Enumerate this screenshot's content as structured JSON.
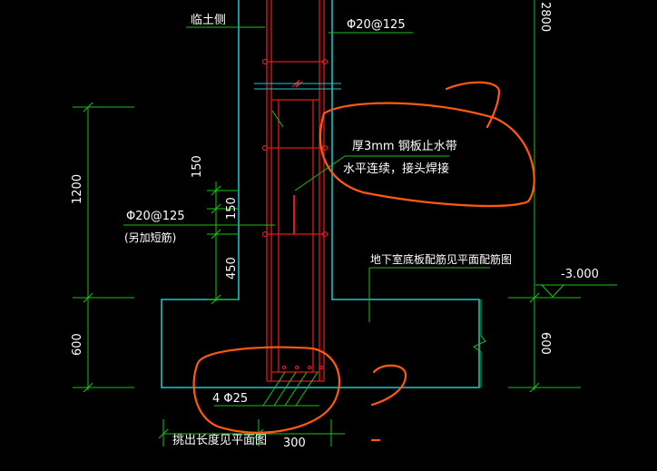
{
  "colors": {
    "background": "#000000",
    "wall": "#1fc8d0",
    "rebar": "#e0191e",
    "dimension": "#16c416",
    "leader": "#16c416",
    "markup": "#ff5a10",
    "text": "#ffffff"
  },
  "labels": {
    "top_label": "临土侧",
    "top_rebar": "Φ20@125",
    "waterstop_line1": "厚3mm 钢板止水带",
    "waterstop_line2": "水平连续，接头焊接",
    "side_rebar": "Φ20@125",
    "side_rebar_note": "(另加短筋)",
    "slab_note": "地下室底板配筋见平面配筋图",
    "elevation": "-3.000",
    "bottom_rebar": "4 Φ25",
    "bottom_note": "挑出长度见平面图"
  },
  "dimensions": {
    "d_2800": "2800",
    "d_1200": "1200",
    "d_600_left": "600",
    "d_600_right": "600",
    "d_150_a": "150",
    "d_150_b": "150",
    "d_450": "450",
    "d_300": "300"
  }
}
